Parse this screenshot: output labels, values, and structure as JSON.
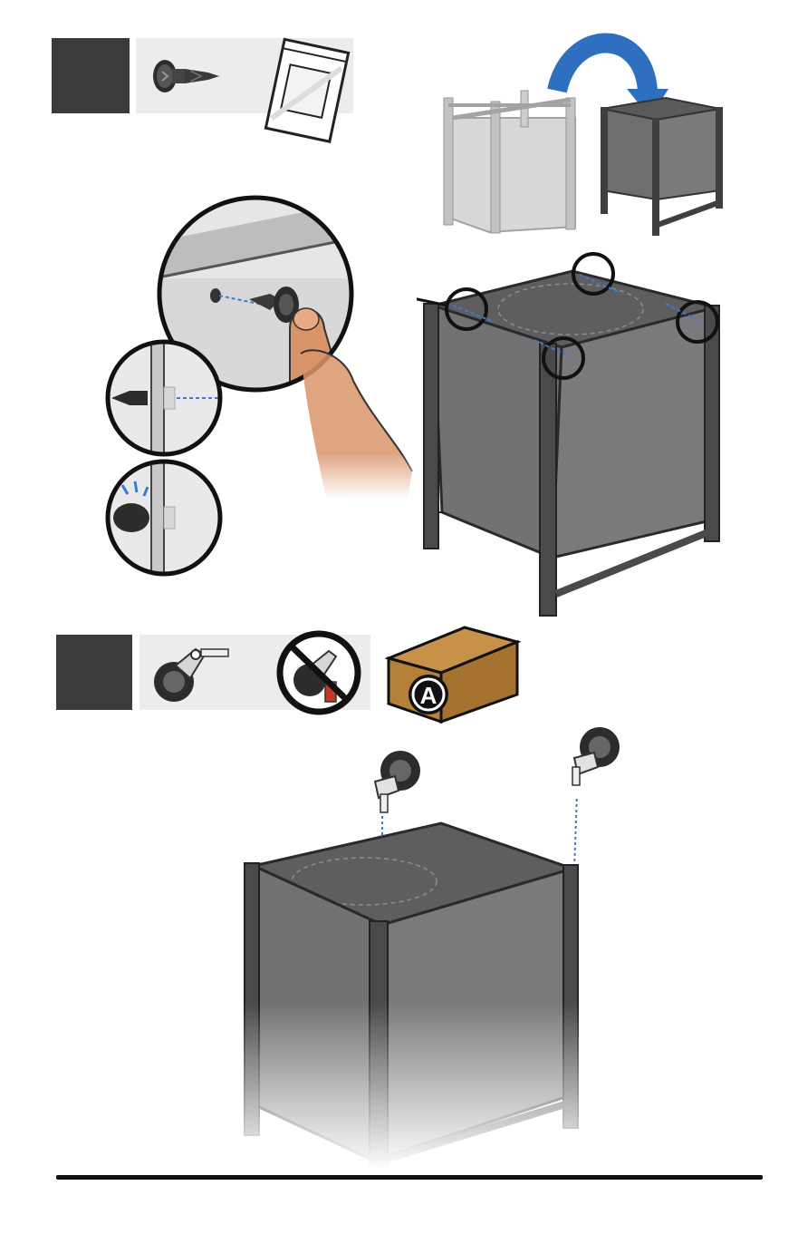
{
  "steps": [
    {
      "number": "",
      "parts": [
        "push-pin-fastener",
        "hardware-bag"
      ],
      "action": "flip-unit-over-and-insert-push-pins"
    },
    {
      "number": "",
      "parts": [
        "caster-wheel",
        "no-tool-required"
      ],
      "box_label": "A"
    }
  ],
  "colors": {
    "step_box": "#3b3b3b",
    "panel": "#ececec",
    "cabinet": "#6e6e70",
    "cabinet_frame": "#4a4a4c",
    "arrow_blue": "#2f6fbf",
    "box_brown": "#b5813a",
    "guide_blue": "#3a7bd5",
    "finger": "#d9946a"
  }
}
